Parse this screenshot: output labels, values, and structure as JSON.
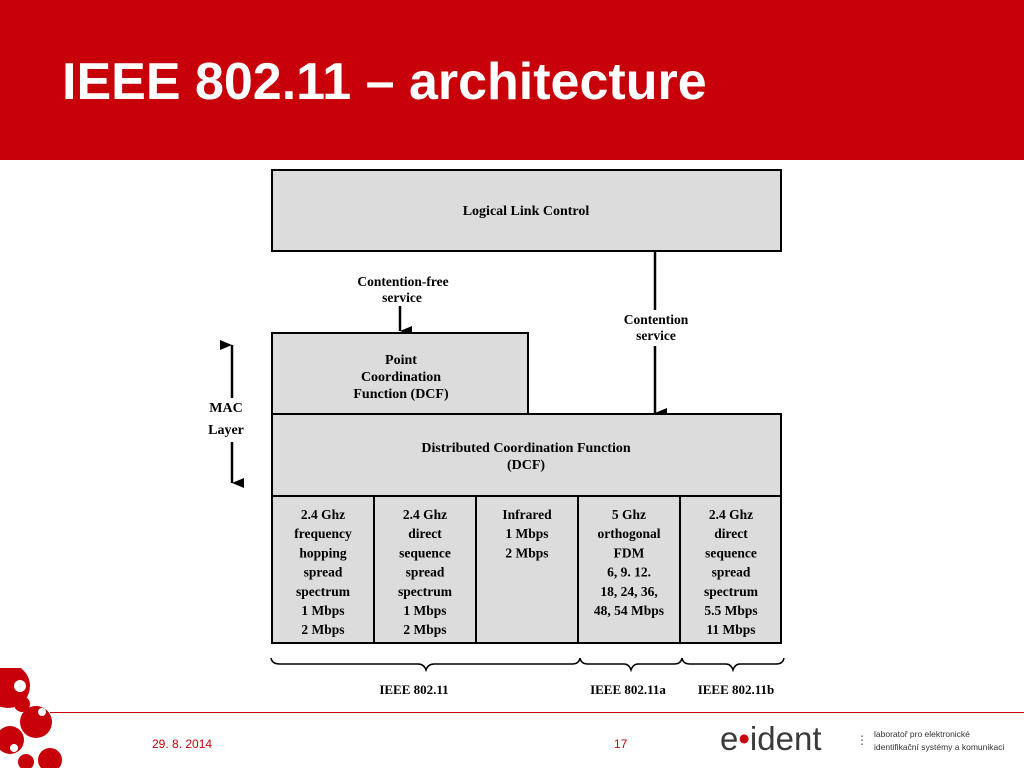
{
  "slide": {
    "title": "IEEE 802.11 – architecture",
    "date": "29. 8. 2014",
    "page_number": "17",
    "accent_color": "#c8000a"
  },
  "diagram": {
    "llc": "Logical Link Control",
    "contention_free": [
      "Contention-free",
      "service"
    ],
    "contention": [
      "Contention",
      "service"
    ],
    "pcf": [
      "Point",
      "Coordination",
      "Function (DCF)"
    ],
    "dcf": [
      "Distributed Coordination Function",
      "(DCF)"
    ],
    "mac_layer": [
      "MAC",
      "Layer"
    ],
    "phy": [
      [
        "2.4 Ghz",
        "frequency",
        "hopping",
        "spread",
        "spectrum",
        "1 Mbps",
        "2 Mbps"
      ],
      [
        "2.4 Ghz",
        "direct",
        "sequence",
        "spread",
        "spectrum",
        "1 Mbps",
        "2 Mbps"
      ],
      [
        "Infrared",
        "1 Mbps",
        "2 Mbps"
      ],
      [
        "5 Ghz",
        "orthogonal",
        "FDM",
        "6, 9. 12.",
        "18, 24, 36,",
        "48, 54 Mbps"
      ],
      [
        "2.4 Ghz",
        "direct",
        "sequence",
        "spread",
        "spectrum",
        "5.5 Mbps",
        "11 Mbps"
      ]
    ],
    "standards": [
      "IEEE 802.11",
      "IEEE 802.11a",
      "IEEE 802.11b"
    ]
  },
  "logo": {
    "brand_left": "e",
    "brand_dot": "•",
    "brand_right": "ident",
    "separator": "⋮",
    "tagline_line1": "laboratoř pro elektronické",
    "tagline_line2": "identifikační systémy a komunikaci"
  }
}
